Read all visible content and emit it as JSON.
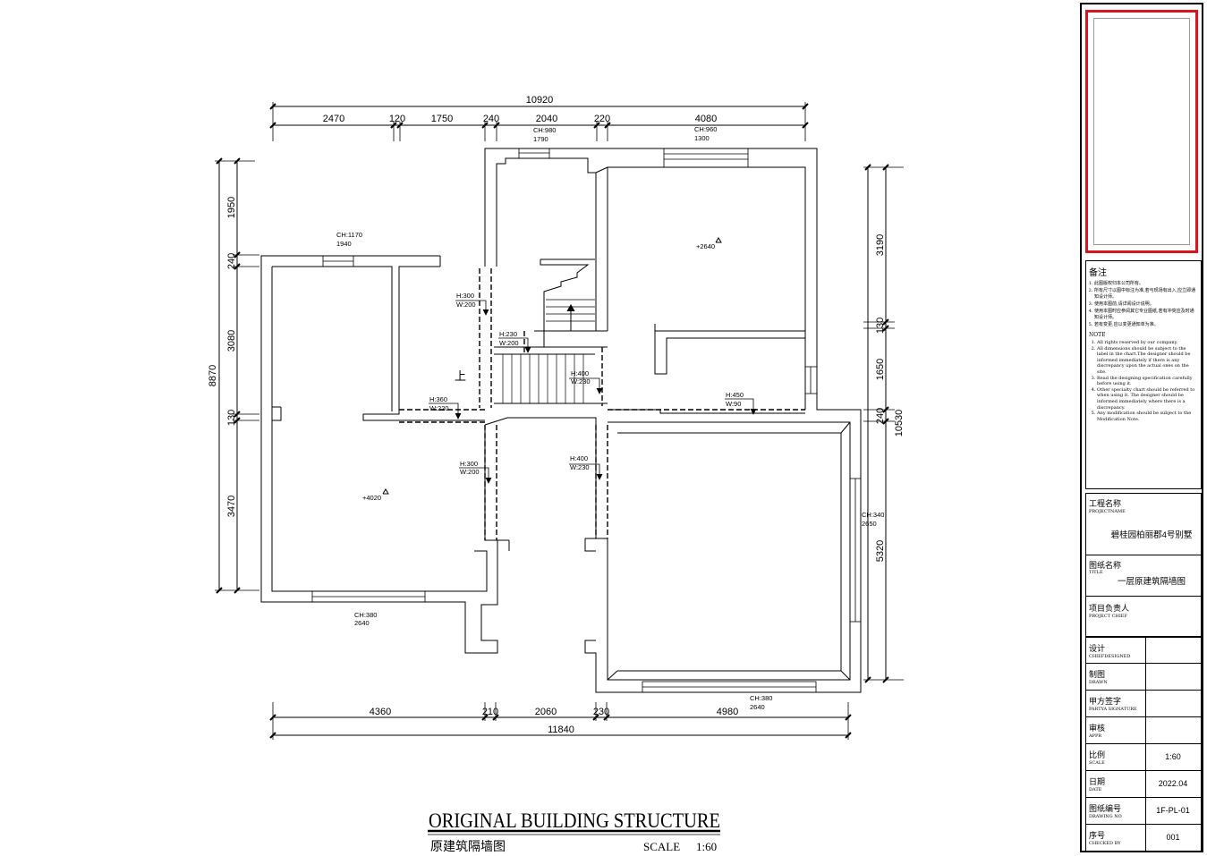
{
  "drawing": {
    "heading_en": "ORIGINAL BUILDING STRUCTURE",
    "heading_cn": "原建筑隔墙图",
    "scale_label": "SCALE",
    "scale_value": "1:60"
  },
  "dimensions": {
    "top_total": "10920",
    "top_segments": [
      "2470",
      "120",
      "1750",
      "240",
      "2040",
      "220",
      "4080"
    ],
    "bottom_total": "11840",
    "bottom_segments": [
      "4360",
      "210",
      "2060",
      "230",
      "4980"
    ],
    "left_total": "8870",
    "left_segments": [
      "1950",
      "240",
      "3080",
      "130",
      "3470"
    ],
    "right_total": "10530",
    "right_segments": [
      "3190",
      "130",
      "1650",
      "240",
      "5320"
    ]
  },
  "annotations": {
    "window_top_mid": {
      "ch": "CH:980",
      "w": "1790"
    },
    "window_top_right": {
      "ch": "CH:960",
      "w": "1300"
    },
    "window_left_top": {
      "ch": "CH:1170",
      "w": "1940"
    },
    "window_left_bottom": {
      "ch": "CH:380",
      "w": "2640"
    },
    "window_right_side": {
      "ch": "CH:340",
      "w": "2650"
    },
    "window_right_bottom": {
      "ch": "CH:380",
      "w": "2640"
    },
    "opening_1": {
      "h": "H:300",
      "w": "W:200"
    },
    "opening_2": {
      "h": "H:230",
      "w": "W:200"
    },
    "opening_3": {
      "h": "H:400",
      "w": "W:230"
    },
    "opening_4": {
      "h": "H:360",
      "w": "W:220"
    },
    "opening_5": {
      "h": "H:450",
      "w": "W:90"
    },
    "opening_6": {
      "h": "H:300",
      "w": "W:200"
    },
    "opening_7": {
      "h": "H:400",
      "w": "W:230"
    },
    "level_1": "+2640",
    "level_2": "+4020",
    "stair_up": "上"
  },
  "title_block": {
    "notes_title_cn": "备注",
    "notes_cn": [
      "此图版权归本公司所有。",
      "所有尺寸以图中标注为准,若与现场有出入,应立即通知设计师。",
      "使用本图前,请详阅设计说明。",
      "使用本图时应参阅其它专业图纸,若有冲突应及时通知设计师。",
      "若有变更,应以变更通知单为准。"
    ],
    "notes_title_en": "NOTE",
    "notes_en": [
      "All rights reserved by our company.",
      "All dimensions should be subject to the label in the chart.The designer should be informed immediately if there is any discrepancy upon the actual ones on the site.",
      "Read the designing specification carefully before using it.",
      "Other specialty chart should be referred to when using it. The designer should be informed immediately where there is a discrepancy.",
      "Any modification should be subject to the Modification Note."
    ],
    "project_label_cn": "工程名称",
    "project_label_en": "PROJECTNAME",
    "project_name": "碧桂园柏丽郡4号别墅",
    "title_label_cn": "图纸名称",
    "title_label_en": "TITLE",
    "title_value": "一层原建筑隔墙图",
    "chief_label_cn": "项目负责人",
    "chief_label_en": "PROJECT CHIEF",
    "rows": [
      {
        "cn": "设计",
        "en": "CHIEFDESIGNED",
        "value": ""
      },
      {
        "cn": "制图",
        "en": "DRAWN",
        "value": ""
      },
      {
        "cn": "甲方签字",
        "en": "PARTYA SIGNATURE",
        "value": ""
      },
      {
        "cn": "审核",
        "en": "APPR",
        "value": ""
      },
      {
        "cn": "比例",
        "en": "SCALE",
        "value": "1:60"
      },
      {
        "cn": "日期",
        "en": "DATE",
        "value": "2022.04"
      },
      {
        "cn": "图纸编号",
        "en": "DRAWING NO",
        "value": "1F-PL-01"
      },
      {
        "cn": "序号",
        "en": "CHECKED BY",
        "value": "001"
      }
    ]
  }
}
